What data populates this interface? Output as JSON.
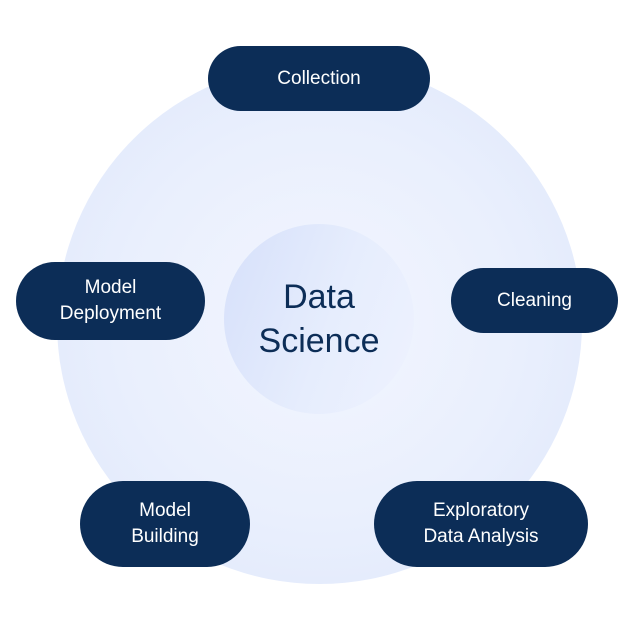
{
  "center": {
    "line1": "Data",
    "line2": "Science"
  },
  "stages": {
    "collection": [
      "Collection"
    ],
    "cleaning": [
      "Cleaning"
    ],
    "eda": [
      "Exploratory",
      "Data Analysis"
    ],
    "building": [
      "Model",
      "Building"
    ],
    "deployment": [
      "Model",
      "Deployment"
    ]
  },
  "colors": {
    "pill": "#0c2d57",
    "text_dark": "#0c2d57"
  }
}
